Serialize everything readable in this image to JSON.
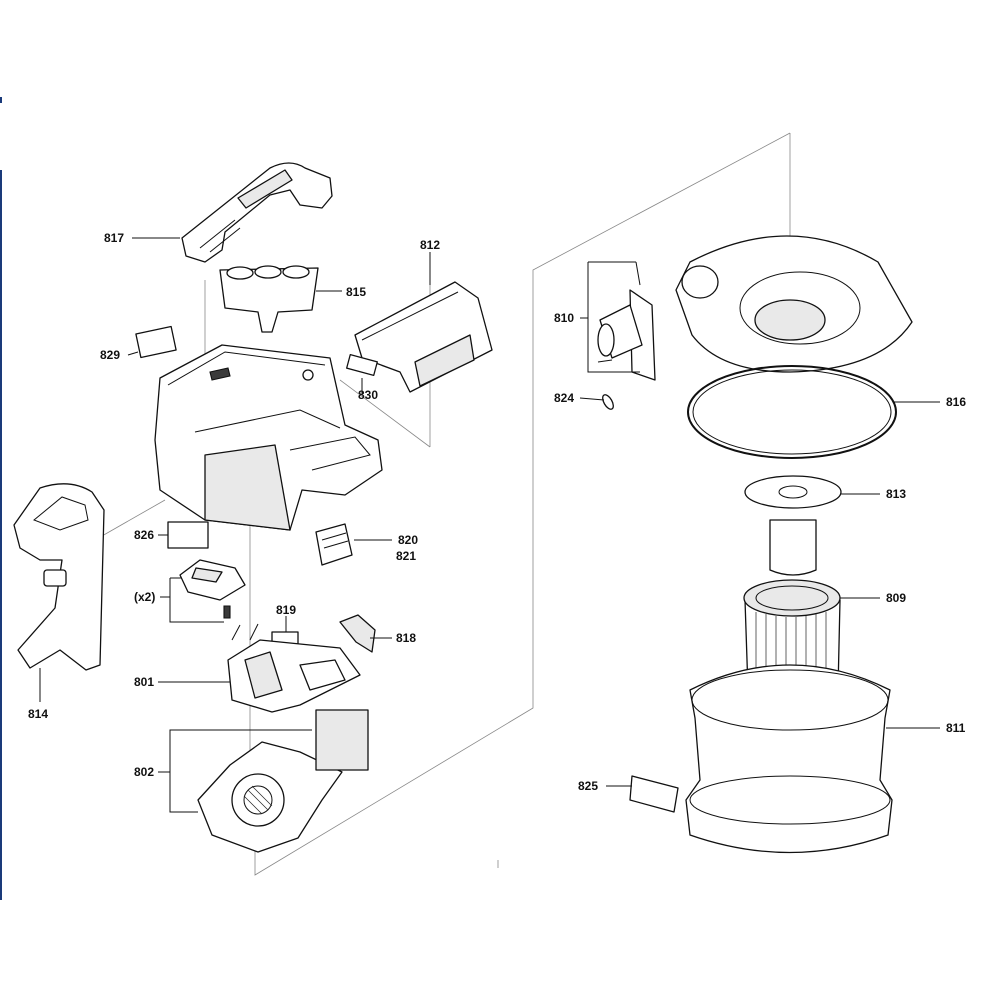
{
  "diagram": {
    "parts": [
      {
        "id": "p801",
        "text": "801"
      },
      {
        "id": "p802",
        "text": "802"
      },
      {
        "id": "p809",
        "text": "809"
      },
      {
        "id": "p810",
        "text": "810"
      },
      {
        "id": "p811",
        "text": "811"
      },
      {
        "id": "p812",
        "text": "812"
      },
      {
        "id": "p813",
        "text": "813"
      },
      {
        "id": "p814",
        "text": "814"
      },
      {
        "id": "p815",
        "text": "815"
      },
      {
        "id": "p816",
        "text": "816"
      },
      {
        "id": "p817",
        "text": "817"
      },
      {
        "id": "p817q",
        "text": "(x2)"
      },
      {
        "id": "p818",
        "text": "818"
      },
      {
        "id": "p819",
        "text": "819"
      },
      {
        "id": "p820",
        "text": "820"
      },
      {
        "id": "p821",
        "text": "821"
      },
      {
        "id": "p824",
        "text": "824"
      },
      {
        "id": "p825",
        "text": "825"
      },
      {
        "id": "p826",
        "text": "826"
      },
      {
        "id": "p829",
        "text": "829"
      },
      {
        "id": "p830",
        "text": "830"
      }
    ]
  },
  "colors": {
    "line": "#111111",
    "dash": "#888888",
    "edge_mark": "#1a3a7a"
  }
}
